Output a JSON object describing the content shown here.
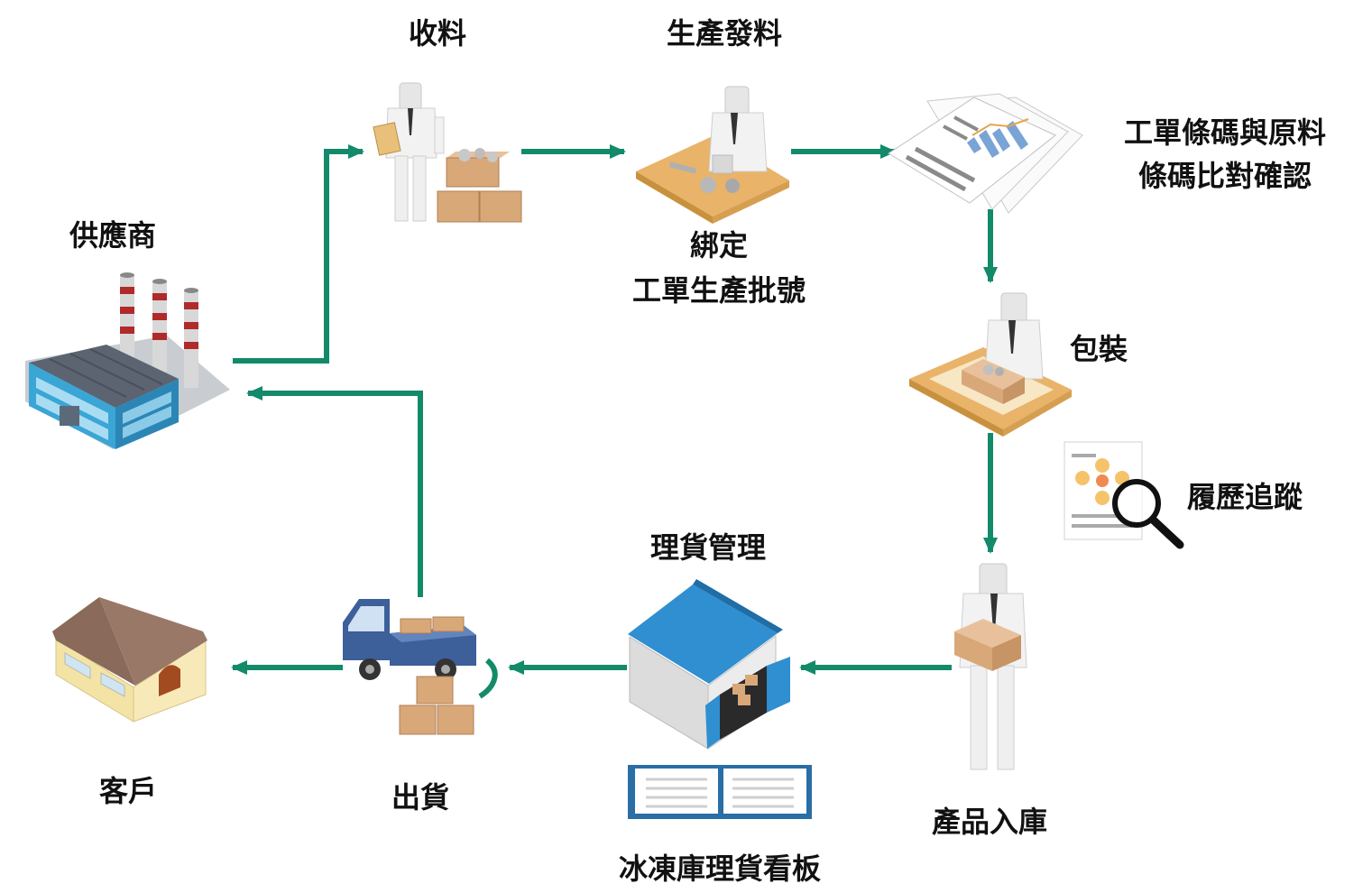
{
  "colors": {
    "arrow": "#138a6a",
    "wood": "#e9b36a",
    "box": "#d9a878",
    "warehouse_roof": "#2f8fd0",
    "truck": "#3d5f9a",
    "factory_wall": "#3aa6d6",
    "house_wall": "#f3e3a5",
    "house_roof": "#8a6a5a"
  },
  "labels": {
    "supplier": "供應商",
    "receiving": "收料",
    "issue": "生產發料",
    "bind_line1": "綁定",
    "bind_line2": "工單生產批號",
    "verify_line1": "工單條碼與原料",
    "verify_line2": "條碼比對確認",
    "packing": "包裝",
    "trace": "履歷追蹤",
    "warehousing": "產品入庫",
    "inventory": "理貨管理",
    "board": "冰凍庫理貨看板",
    "shipping": "出貨",
    "customer": "客戶"
  },
  "icons": {
    "supplier": "factory-icon",
    "receiving": "worker-clipboard-icon",
    "issue": "worker-desk-icon",
    "verify": "documents-icon",
    "packing": "packing-desk-icon",
    "trace": "trace-magnifier-icon",
    "warehousing": "worker-carry-box-icon",
    "inventory": "warehouse-icon",
    "board": "dashboard-book-icon",
    "shipping": "truck-icon",
    "customer": "house-icon"
  }
}
